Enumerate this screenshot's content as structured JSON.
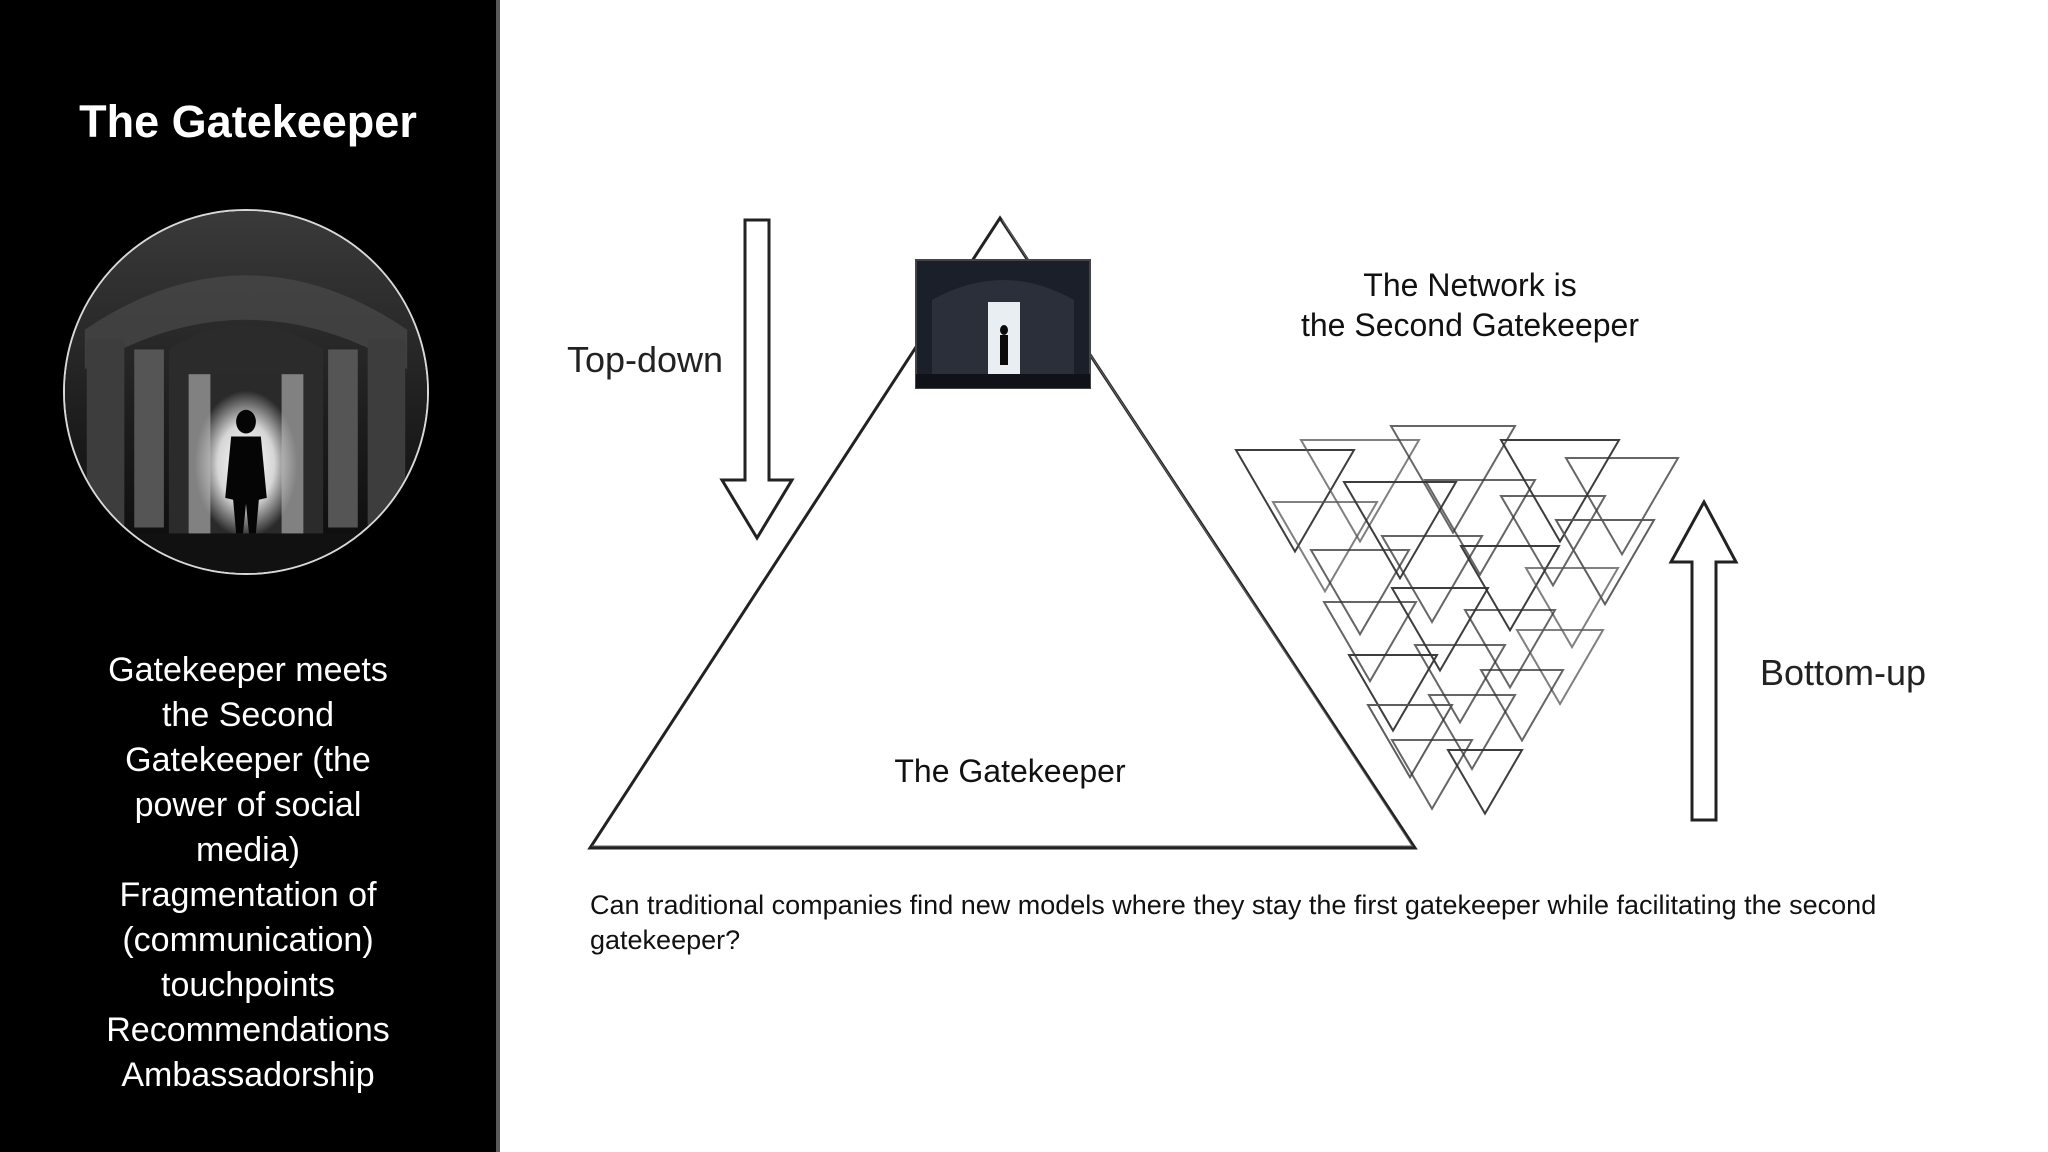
{
  "slide": {
    "title": "The Gatekeeper",
    "notes": [
      "Gatekeeper meets",
      "the Second",
      "Gatekeeper (the",
      "power of social",
      "media)",
      "Fragmentation of",
      "(communication)",
      "touchpoints",
      "Recommendations",
      "Ambassadorship"
    ]
  },
  "diagram": {
    "top_down_label": "Top-down",
    "bottom_up_label": "Bottom-up",
    "pyramid_label": "The Gatekeeper",
    "network_label_line1": "The Network is",
    "network_label_line2": "the Second Gatekeeper"
  },
  "caption": "Can traditional companies find new models where they stay the first gatekeeper while facilitating the second gatekeeper?",
  "colors": {
    "panel_background": "#000000",
    "panel_text": "#ffffff",
    "slide_background": "#ffffff",
    "sketch_stroke": "#222222"
  }
}
